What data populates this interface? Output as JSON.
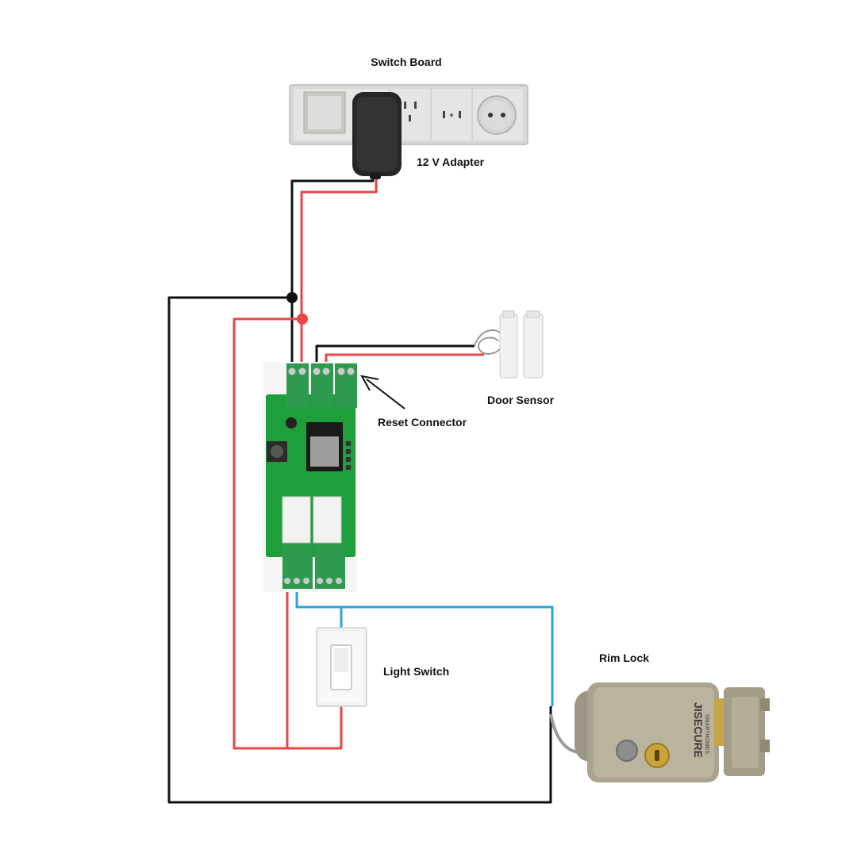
{
  "labels": {
    "switch_board": "Switch Board",
    "adapter": "12 V Adapter",
    "door_sensor": "Door Sensor",
    "reset_connector": "Reset Connector",
    "light_switch": "Light Switch",
    "rim_lock": "Rim Lock"
  },
  "lock_brand": {
    "name": "JISECURE",
    "tagline": "SMARTHOMES"
  },
  "colors": {
    "wire_black": "#111111",
    "wire_red": "#e84545",
    "wire_blue": "#2aa3d8",
    "pcb_green": "#1f9e3c",
    "terminal_green": "#2e9a4e"
  }
}
